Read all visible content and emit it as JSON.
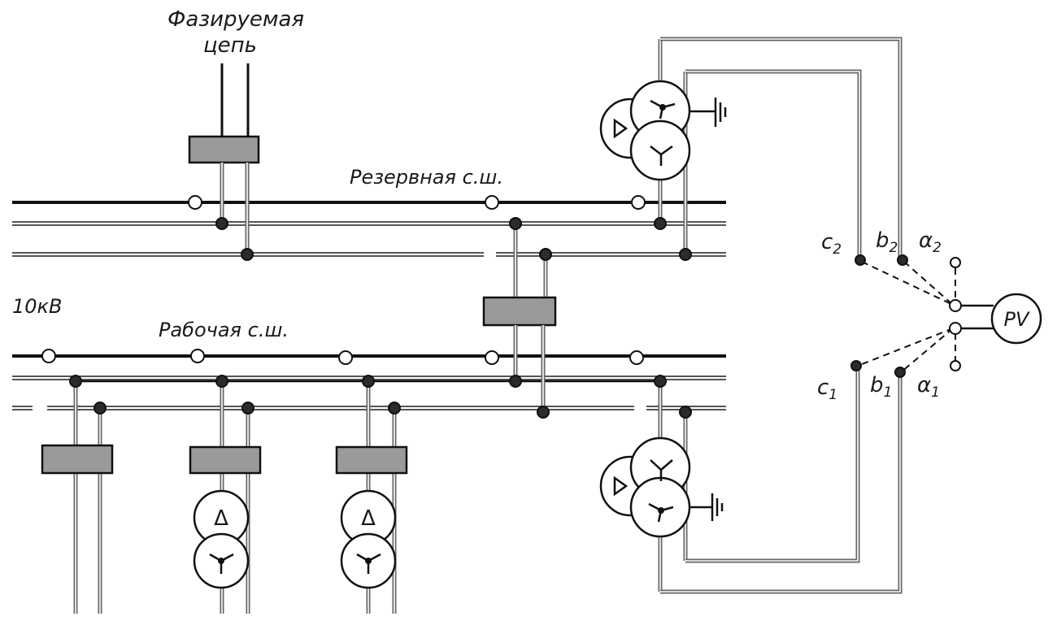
{
  "labels": {
    "phased_circuit_line1": "Фазируемая",
    "phased_circuit_line2": "цепь",
    "reserve_bus": "Резервная с.ш.",
    "working_bus": "Рабочая с.ш.",
    "voltage": "10кВ",
    "meter": "PV"
  },
  "terminals": {
    "upper": {
      "c": "c",
      "c_sub": "2",
      "b": "b",
      "b_sub": "2",
      "a": "α",
      "a_sub": "2"
    },
    "lower": {
      "c": "c",
      "c_sub": "1",
      "b": "b",
      "b_sub": "1",
      "a": "α",
      "a_sub": "1"
    }
  },
  "transformer_symbols": {
    "delta": "Δ"
  }
}
